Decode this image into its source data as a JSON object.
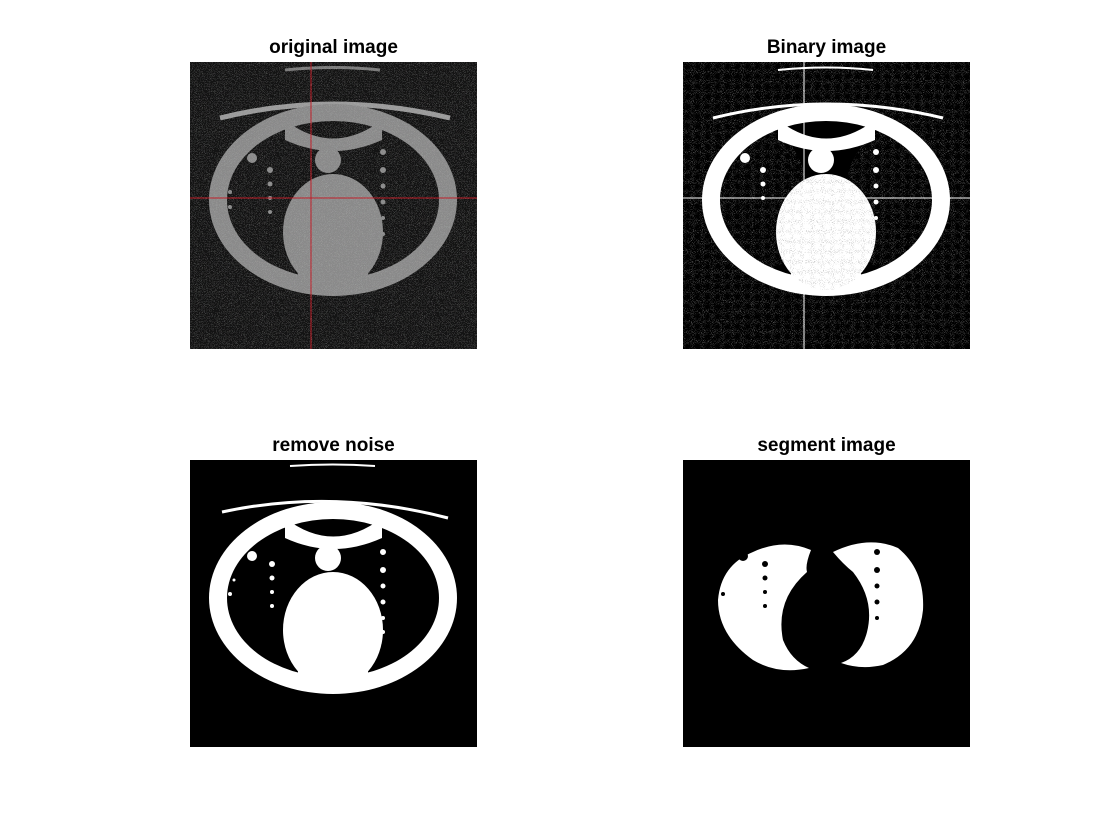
{
  "figure": {
    "panels": [
      {
        "id": "original",
        "title": "original image"
      },
      {
        "id": "binary",
        "title": "Binary image"
      },
      {
        "id": "denoised",
        "title": "remove noise"
      },
      {
        "id": "segmented",
        "title": "segment image"
      }
    ]
  },
  "colors": {
    "background": "#ffffff",
    "image_background": "#000000",
    "tissue_gray": "#8a8a8a",
    "foreground_white": "#ffffff",
    "crosshair_red": "#c0202a"
  }
}
